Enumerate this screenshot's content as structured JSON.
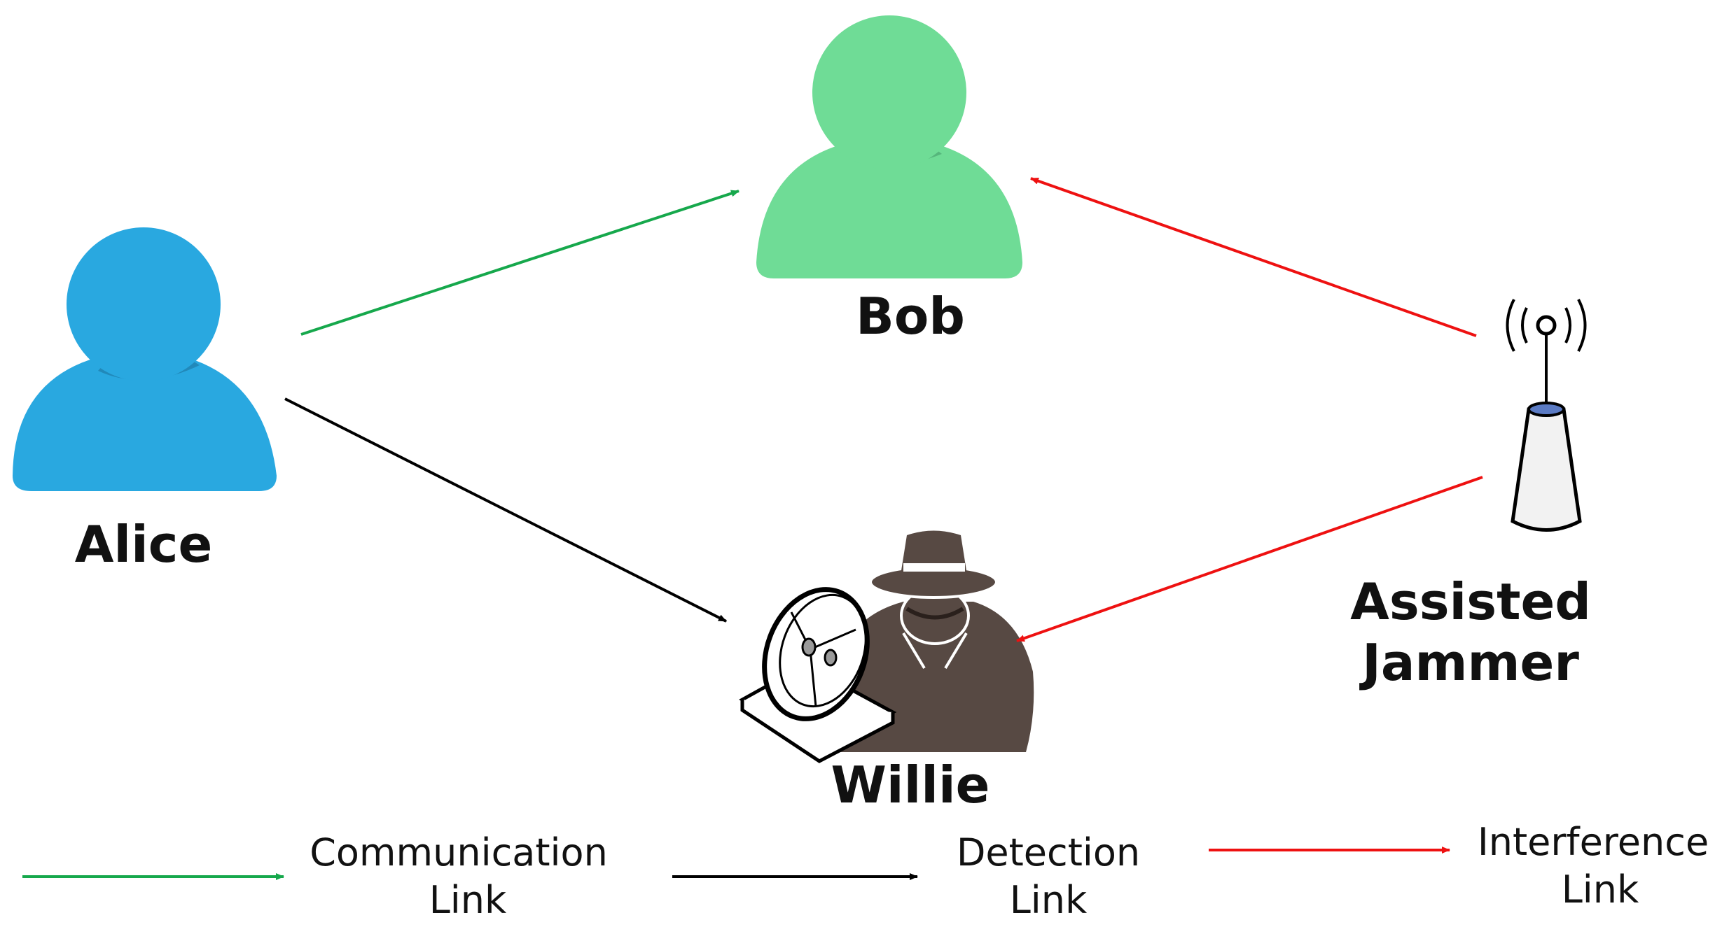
{
  "nodes": {
    "alice": {
      "label": "Alice",
      "color": "#29A8E0",
      "shadow": "#1F7FAE",
      "icon": "user-icon"
    },
    "bob": {
      "label": "Bob",
      "color": "#6FDC96",
      "shadow": "#4EAA73",
      "icon": "user-icon"
    },
    "willie": {
      "label": "Willie",
      "color": "#574943",
      "icon": "spy-with-satellite-dish-icon"
    },
    "jammer": {
      "label_line1": "Assisted",
      "label_line2": "Jammer",
      "icon": "antenna-transmitter-icon"
    }
  },
  "links": [
    {
      "from": "Alice",
      "to": "Bob",
      "type": "communication",
      "color": "#16A84C"
    },
    {
      "from": "Alice",
      "to": "Willie",
      "type": "detection",
      "color": "#000000"
    },
    {
      "from": "Assisted Jammer",
      "to": "Bob",
      "type": "interference",
      "color": "#EE1111"
    },
    {
      "from": "Assisted Jammer",
      "to": "Willie",
      "type": "interference",
      "color": "#EE1111"
    }
  ],
  "legend": {
    "communication": {
      "line1": "Communication",
      "line2": "Link",
      "color": "#16A84C"
    },
    "detection": {
      "line1": "Detection",
      "line2": "Link",
      "color": "#000000"
    },
    "interference": {
      "line1": "Interference",
      "line2": "Link",
      "color": "#EE1111"
    }
  }
}
